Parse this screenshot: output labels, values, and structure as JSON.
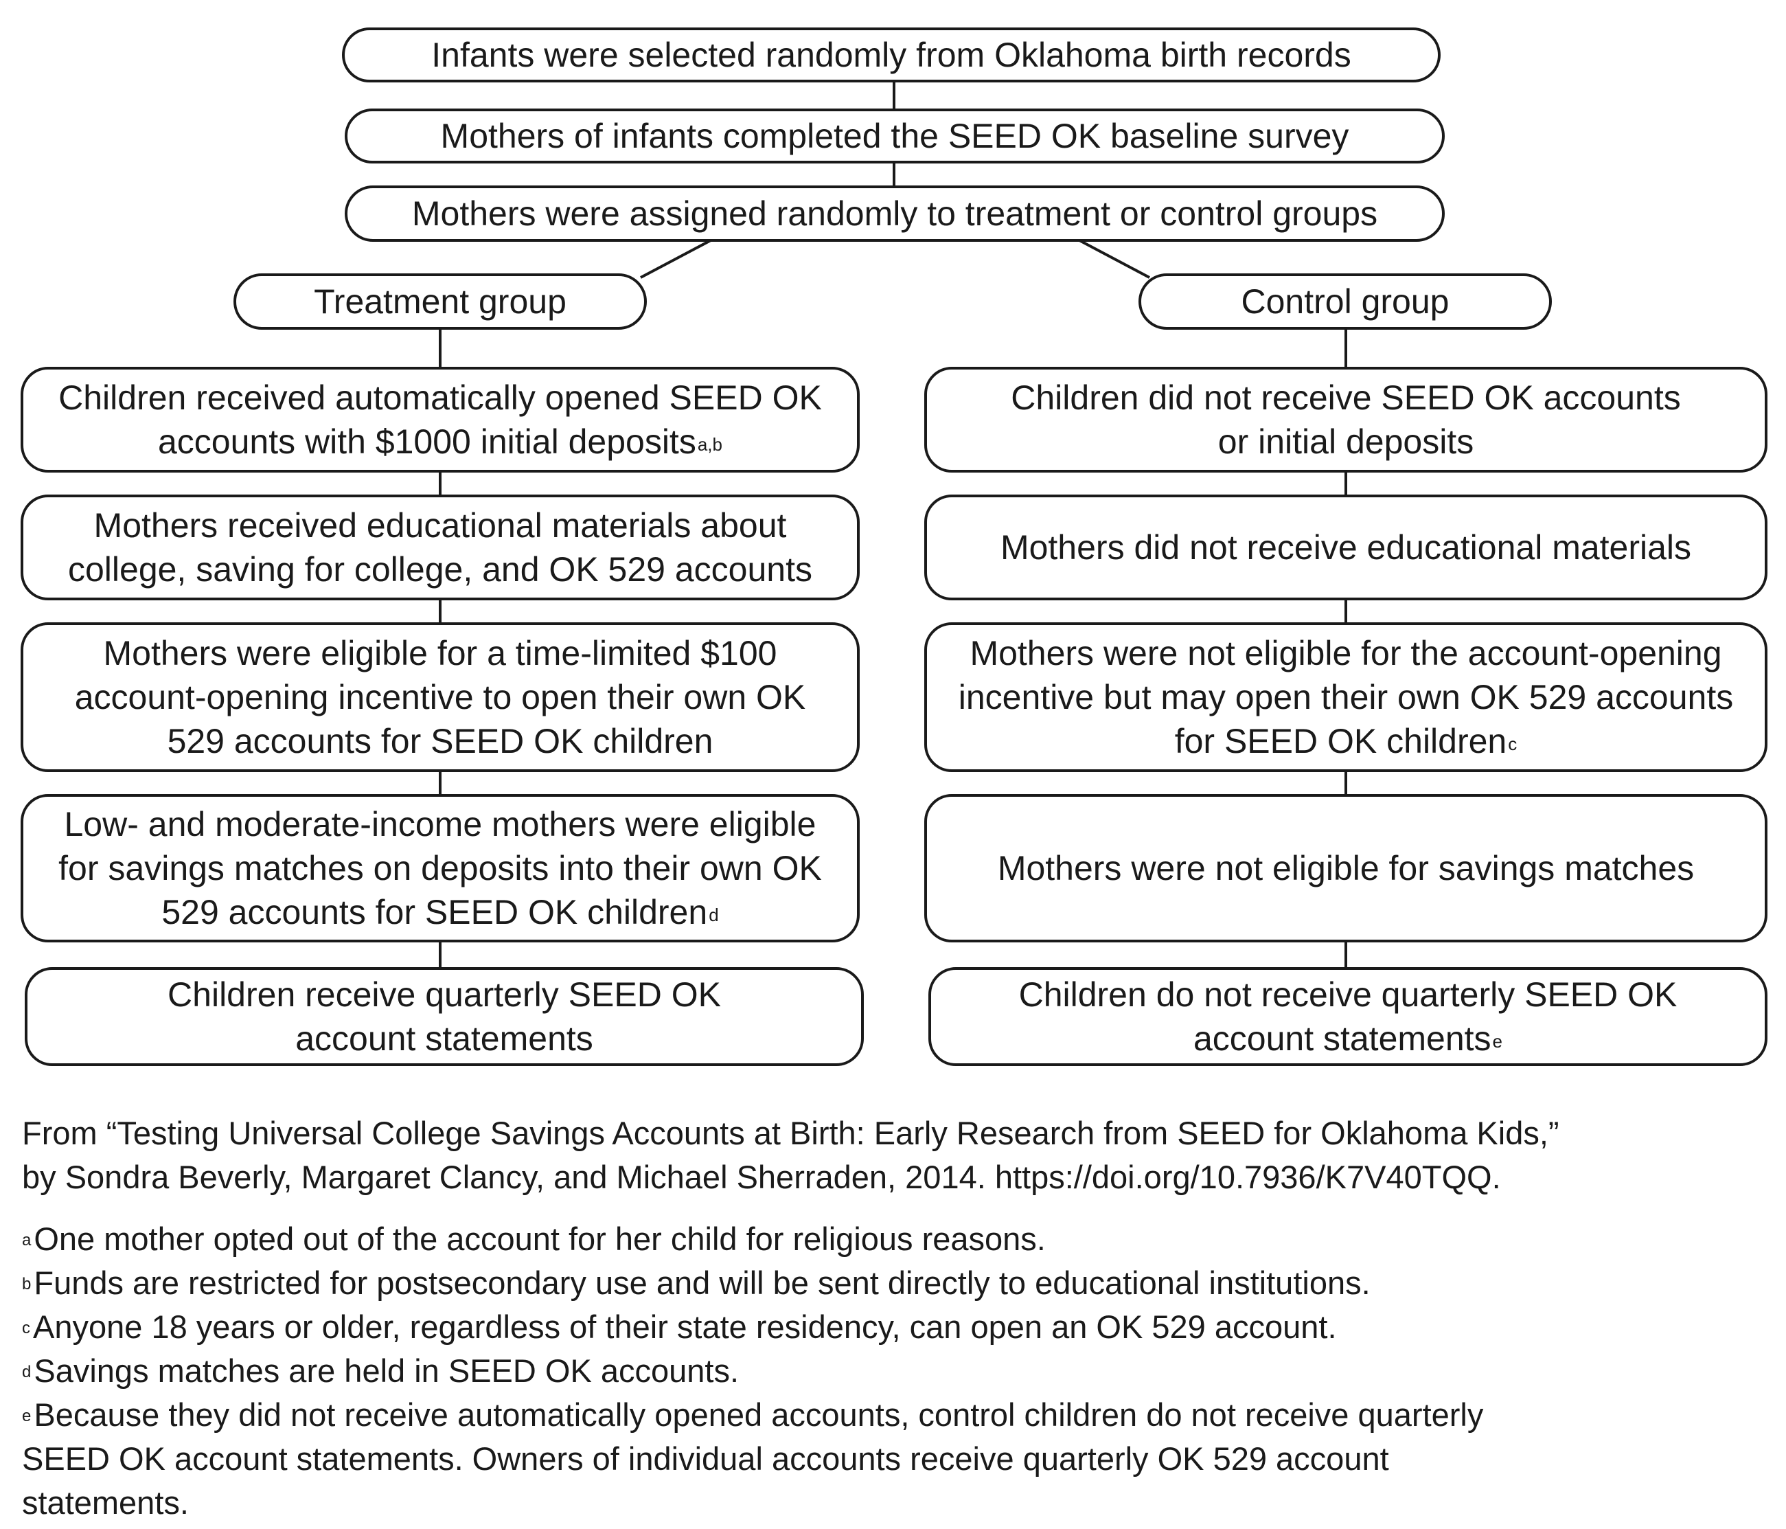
{
  "top": {
    "selection": "Infants were selected randomly from Oklahoma birth records",
    "baseline": "Mothers of infants completed the SEED OK baseline survey",
    "assignment": "Mothers were assigned randomly to treatment or control groups"
  },
  "treatment": {
    "header": "Treatment group",
    "accounts": {
      "line1": "Children received automatically opened SEED OK",
      "line2": "accounts with $1000  initial deposits",
      "sup": "a,b"
    },
    "materials": {
      "line1": "Mothers received educational materials about",
      "line2": "college, saving for college, and OK 529 accounts"
    },
    "incentive": {
      "line1": "Mothers were eligible for a time-limited $100",
      "line2": "account-opening incentive to open their own OK",
      "line3": "529 accounts for SEED OK children"
    },
    "matches": {
      "line1": "Low- and moderate-income mothers were eligible",
      "line2": "for savings matches on deposits into their own OK",
      "line3": "529 accounts for SEED OK children",
      "sup": "d"
    },
    "statements": {
      "line1": "Children receive quarterly SEED OK",
      "line2": "account statements"
    }
  },
  "control": {
    "header": "Control group",
    "accounts": {
      "line1": "Children did not receive SEED OK accounts",
      "line2": "or initial deposits"
    },
    "materials": {
      "line1": "Mothers did not receive educational materials"
    },
    "incentive": {
      "line1": "Mothers were not eligible for the account-opening",
      "line2": "incentive but may open their own OK 529 accounts",
      "line3": "for SEED OK children",
      "sup": "c"
    },
    "matches": {
      "line1": "Mothers were not eligible for savings matches"
    },
    "statements": {
      "line1": "Children do not receive quarterly SEED OK",
      "line2": "account statements",
      "sup": "e"
    }
  },
  "source": {
    "line1": "From “Testing Universal College Savings Accounts at Birth: Early Research from SEED for Oklahoma Kids,”",
    "line2": "by Sondra Beverly, Margaret Clancy, and Michael Sherraden, 2014. https://doi.org/10.7936/K7V40TQQ."
  },
  "notes": [
    {
      "mark": "a",
      "text": "One mother opted out of the account for her child for religious reasons."
    },
    {
      "mark": "b",
      "text": "Funds are restricted for postsecondary use and will be sent directly to educational institutions."
    },
    {
      "mark": "c",
      "text": "Anyone 18 years or older, regardless of their state residency, can open an OK 529 account."
    },
    {
      "mark": "d",
      "text": "Savings matches are held in SEED OK accounts."
    },
    {
      "mark": "e",
      "line1": "Because they did not receive automatically opened accounts, control children do not receive quarterly",
      "line2": "SEED OK account statements. Owners of individual accounts receive quarterly OK 529 account",
      "line3": "statements."
    }
  ]
}
